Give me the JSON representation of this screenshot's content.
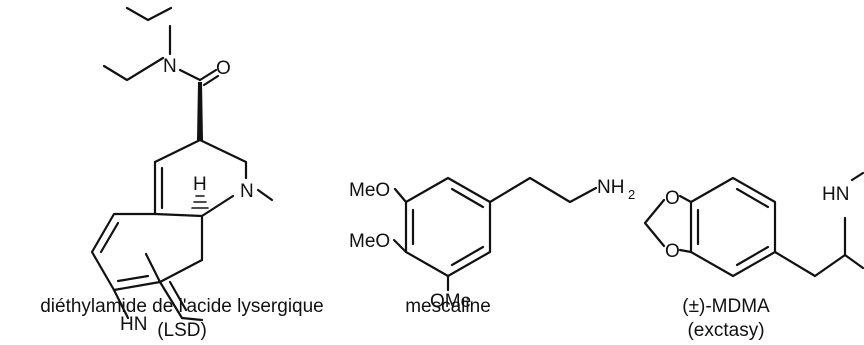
{
  "molecules": {
    "lsd": {
      "atoms": {
        "n_amide": "N",
        "o_carbonyl": "O",
        "n_ring": "N",
        "h_stereo": "H",
        "hn_indole": "HN"
      },
      "caption_line1": "diéthylamide de l'acide lysergique",
      "caption_line2": "(LSD)"
    },
    "mescaline": {
      "atoms": {
        "meo_top": "MeO",
        "meo_mid": "MeO",
        "ome_bottom": "OMe",
        "nh_main": "NH",
        "nh_sub": "2"
      },
      "caption_line1": "mescaline"
    },
    "mdma": {
      "atoms": {
        "o_top": "O",
        "o_bottom": "O",
        "hn": "HN"
      },
      "caption_line1": "(±)-MDMA",
      "caption_line2": "(exctasy)"
    }
  }
}
